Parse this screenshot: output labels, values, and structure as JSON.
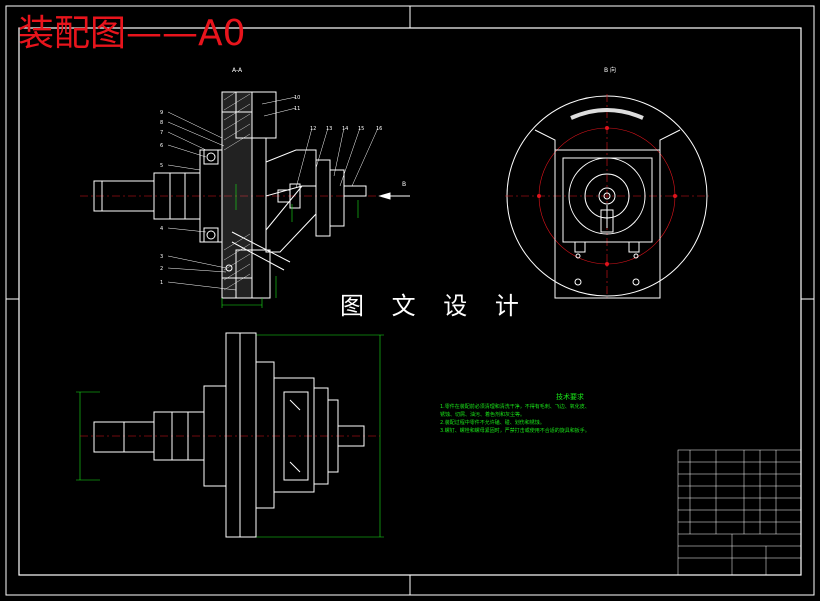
{
  "header": {
    "title": "装配图——A0"
  },
  "watermark": "图 文 设 计",
  "views": {
    "view_a": "A-A",
    "view_b": "B 向",
    "arrow_b": "B"
  },
  "part_numbers": [
    "1",
    "2",
    "3",
    "4",
    "5",
    "6",
    "7",
    "8",
    "9",
    "10",
    "11",
    "12",
    "13",
    "14",
    "15",
    "16"
  ],
  "tech_requirements": {
    "title": "技术要求",
    "lines": [
      "1.零件在装配前必须清理和清洗干净，不得有毛刺、飞边、氧化皮、",
      "锈蚀、切屑、油污、着色剂和灰尘等。",
      "2.装配过程中零件不允许磕、碰、划伤和锈蚀。",
      "3.螺钉、螺栓和螺母紧固时，严禁打击或使用不合适的旋具和扳手。"
    ]
  },
  "colors": {
    "lines": "#ffffff",
    "centerline": "#e0141c",
    "dimension": "#19e619",
    "title": "#e8141c",
    "text": "#ffffff"
  }
}
